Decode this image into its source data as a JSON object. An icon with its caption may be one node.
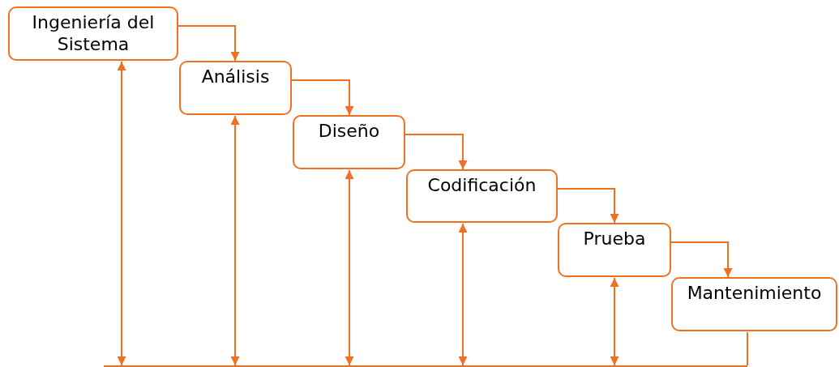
{
  "diagram": {
    "nodes": [
      {
        "text": [
          "Ingeniería del Sistema"
        ]
      },
      {
        "text": [
          "Análisis"
        ]
      },
      {
        "text": [
          "Diseño"
        ]
      },
      {
        "text": [
          "Codificación"
        ]
      },
      {
        "text": [
          "Prueba"
        ]
      },
      {
        "text": [
          "Mantenimiento"
        ]
      },
      {
        "text": [],
        "shape": "bar"
      }
    ],
    "edges": [
      {
        "from": 0,
        "to": 1,
        "arrow": "to"
      },
      {
        "from": 1,
        "to": 2,
        "arrow": "to"
      },
      {
        "from": 2,
        "to": 3,
        "arrow": "to"
      },
      {
        "from": 3,
        "to": 4,
        "arrow": "to"
      },
      {
        "from": 4,
        "to": 5,
        "arrow": "to"
      },
      {
        "from": 5,
        "to": 6,
        "arrow": "none"
      },
      {
        "from": 0,
        "to": 6,
        "arrow": "both"
      },
      {
        "from": 1,
        "to": 6,
        "arrow": "both"
      },
      {
        "from": 2,
        "to": 6,
        "arrow": "both"
      },
      {
        "from": 3,
        "to": 6,
        "arrow": "both"
      },
      {
        "from": 4,
        "to": 6,
        "arrow": "both"
      }
    ]
  }
}
